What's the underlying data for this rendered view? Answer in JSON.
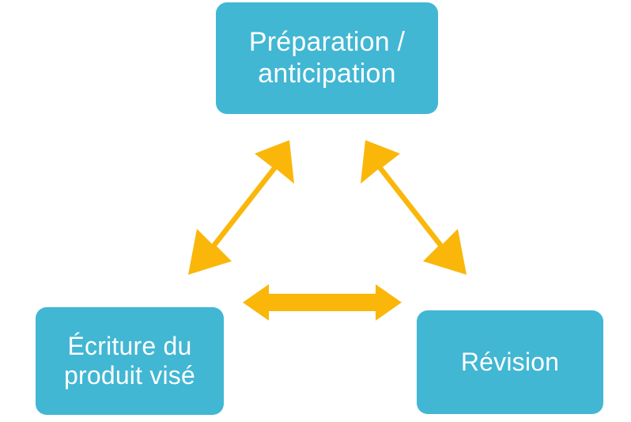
{
  "diagram": {
    "type": "cycle-triangle",
    "title": "",
    "background_color": "#ffffff",
    "node_color": "#41b7d3",
    "node_text_color": "#ffffff",
    "arrow_color": "#fab70a",
    "nodes": [
      {
        "id": "preparation",
        "label": "Préparation /\nanticipation",
        "position": "top"
      },
      {
        "id": "ecriture",
        "label": "Écriture du\nproduit visé",
        "position": "bottom-left"
      },
      {
        "id": "revision",
        "label": "Révision",
        "position": "bottom-right"
      }
    ],
    "arrows": [
      {
        "id": "preparation-ecriture",
        "from": "preparation",
        "to": "ecriture",
        "style": "double-headed",
        "orientation": "diagonal-left"
      },
      {
        "id": "preparation-revision",
        "from": "preparation",
        "to": "revision",
        "style": "double-headed",
        "orientation": "diagonal-right"
      },
      {
        "id": "ecriture-revision",
        "from": "ecriture",
        "to": "revision",
        "style": "double-headed",
        "orientation": "horizontal"
      }
    ]
  }
}
